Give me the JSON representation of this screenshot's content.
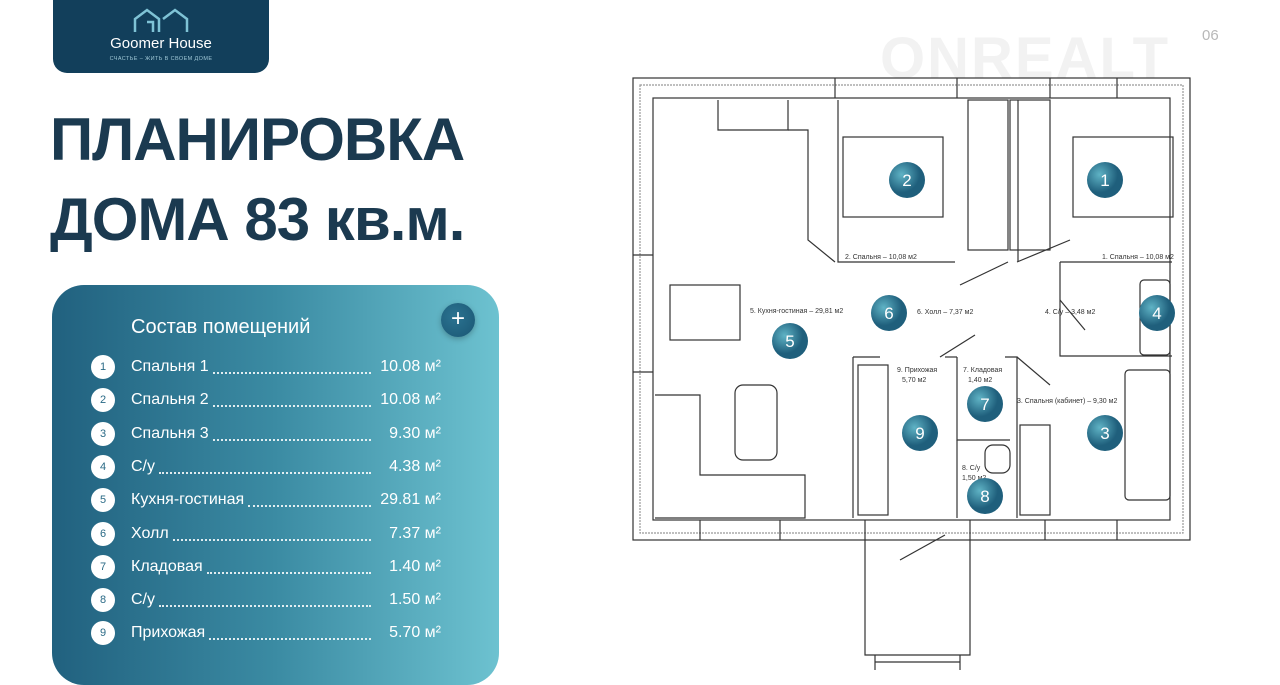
{
  "logo": {
    "name": "Goomer House",
    "tagline": "СЧАСТЬЕ – ЖИТЬ В СВОЕМ ДОМЕ"
  },
  "title": {
    "line1": "ПЛАНИРОВКА",
    "line2": "ДОМА 83 кв.м."
  },
  "page_number": "06",
  "watermark": "ONREALT",
  "rooms_card": {
    "heading": "Состав помещений",
    "expand_label": "+",
    "items": [
      {
        "num": "1",
        "name": "Спальня 1",
        "area": "10.08 м²"
      },
      {
        "num": "2",
        "name": "Спальня 2",
        "area": "10.08 м²"
      },
      {
        "num": "3",
        "name": "Спальня 3",
        "area": "9.30 м²"
      },
      {
        "num": "4",
        "name": "С/у",
        "area": "4.38 м²"
      },
      {
        "num": "5",
        "name": "Кухня-гостиная",
        "area": "29.81 м²"
      },
      {
        "num": "6",
        "name": "Холл",
        "area": "7.37 м²"
      },
      {
        "num": "7",
        "name": "Кладовая",
        "area": "1.40 м²"
      },
      {
        "num": "8",
        "name": "С/у",
        "area": "1.50 м²"
      },
      {
        "num": "9",
        "name": "Прихожая",
        "area": "5.70 м²"
      }
    ]
  },
  "plan": {
    "labels": {
      "r1": "1. Спальня – 10,08 м2",
      "r2": "2. Спальня – 10,08 м2",
      "r3": "3. Спальня (кабинет) – 9,30 м2",
      "r4": "4. С/у – 3,48 м2",
      "r5": "5. Кухня-гостиная – 29,81 м2",
      "r6": "6. Холл – 7,37 м2",
      "r7a": "7. Кладовая",
      "r7b": "1,40 м2",
      "r8a": "8. С/у",
      "r8b": "1,50 м2",
      "r9a": "9. Прихожая",
      "r9b": "5,70 м2"
    },
    "markers": [
      "1",
      "2",
      "3",
      "4",
      "5",
      "6",
      "7",
      "8",
      "9"
    ]
  },
  "colors": {
    "navy": "#123f5b",
    "teal": "#3a8fa6"
  }
}
